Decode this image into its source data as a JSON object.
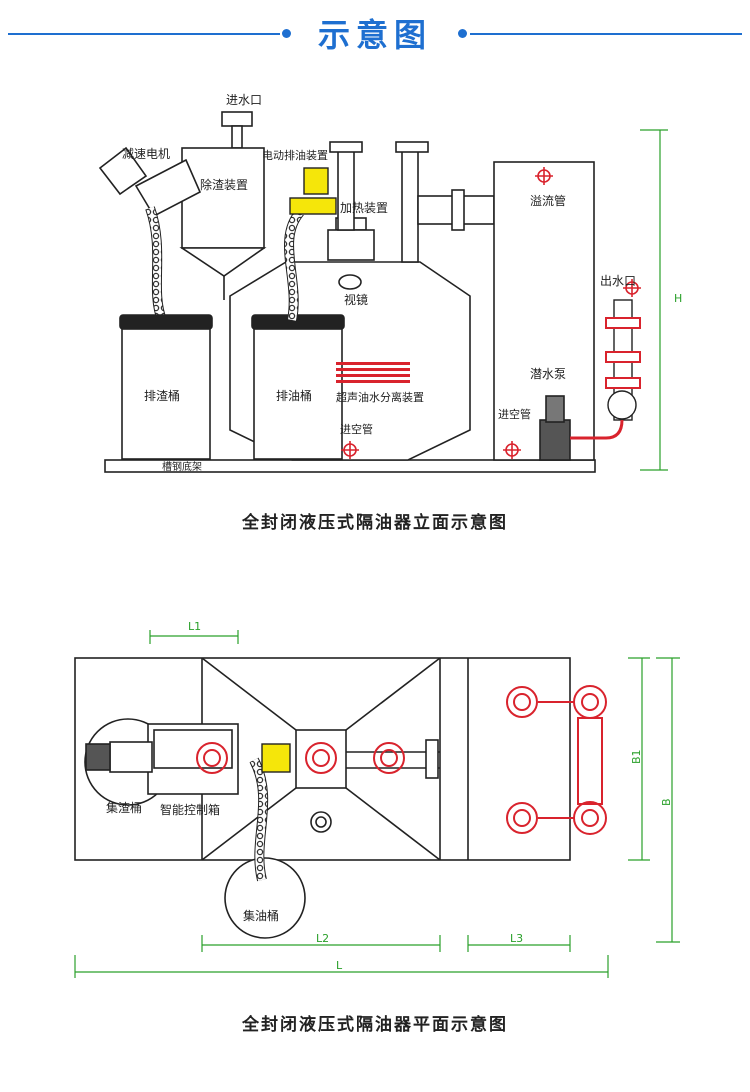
{
  "header": {
    "title": "示意图"
  },
  "elevation": {
    "caption": "全封闭液压式隔油器立面示意图",
    "labels": {
      "inlet": "进水口",
      "motor": "减速电机",
      "slag_removal": "除渣装置",
      "electric_oil_discharge": "电动排油装置",
      "heater": "加热装置",
      "sight_glass": "视镜",
      "overflow_pipe": "溢流管",
      "outlet": "出水口",
      "submersible_pump": "潜水泵",
      "vent_pipe_right": "进空管",
      "slag_bucket": "排渣桶",
      "oil_bucket": "排油桶",
      "ultrasonic": "超声油水分离装置",
      "vent_pipe_left": "进空管",
      "base": "槽钢底架"
    },
    "dimension_h": "H"
  },
  "plan": {
    "caption": "全封闭液压式隔油器平面示意图",
    "labels": {
      "slag_collector": "集渣桶",
      "control_box": "智能控制箱",
      "oil_collector": "集油桶"
    },
    "dimensions": {
      "l1": "L1",
      "l2": "L2",
      "l3": "L3",
      "l": "L",
      "b1": "B1",
      "b": "B"
    }
  },
  "colors": {
    "accent": "#1e6fd0",
    "dimension": "#2aa02a",
    "pipe_red": "#d9232d",
    "valve_yellow": "#f5e60a"
  }
}
